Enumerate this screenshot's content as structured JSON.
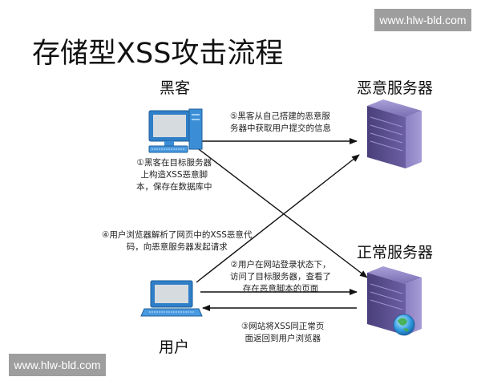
{
  "title": "存储型XSS攻击流程",
  "watermarks": {
    "top": "www.hlw-bld.com",
    "bottom": "www.hlw-bld.com"
  },
  "nodes": {
    "hacker": "黑客",
    "malicious_server": "恶意服务器",
    "normal_server": "正常服务器",
    "user": "用户"
  },
  "steps": {
    "step1": [
      "①黑客在目标服务器",
      "上构造XSS恶意脚",
      "本，保存在数据库中"
    ],
    "step2": [
      "②用户在网站登录状态下，",
      "访问了目标服务器，查看了",
      "存在恶意脚本的页面"
    ],
    "step3": [
      "③网站将XSS同正常页",
      "面返回到用户浏览器"
    ],
    "step4": [
      "④用户浏览器解析了网页中的XSS恶意代",
      "码，向恶意服务器发起请求"
    ],
    "step5": [
      "⑤黑客从自己搭建的恶意服",
      "务器中获取用户提交的信息"
    ]
  },
  "colors": {
    "arrow": "#111111",
    "computer_blue": "#3b8ed6",
    "server_purple": "#5a4f8c",
    "watermark_bg": "#9e9e9e"
  },
  "icons": {
    "hacker": "desktop-computer-icon",
    "user": "laptop-icon",
    "malicious_server": "server-tower-icon",
    "normal_server": "server-tower-globe-icon"
  }
}
